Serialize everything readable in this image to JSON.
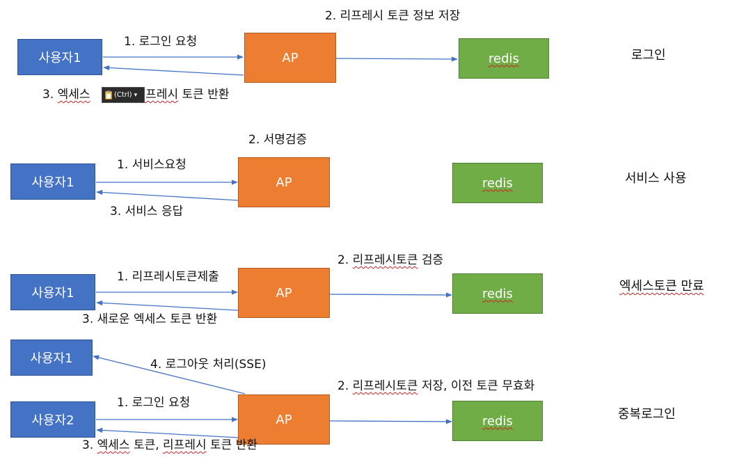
{
  "colors": {
    "user": "#4472c4",
    "ap": "#ed7d31",
    "redis": "#70ad47",
    "arrow": "#4472c4"
  },
  "scenarios": {
    "login": {
      "name": "로그인",
      "user": "사용자1",
      "ap": "AP",
      "redis": "redis",
      "step1": "1. 로그인 요청",
      "step2": "2. 리프레시 토큰 정보 저장",
      "step3a": "3. ",
      "step3b": "엑세스",
      "step3c": "리프레시",
      "step3d": " 토큰 반환"
    },
    "service": {
      "name": "서비스 사용",
      "user": "사용자1",
      "ap": "AP",
      "redis": "redis",
      "step1": "1. 서비스요청",
      "step2": "2. 서명검증",
      "step3": "3. 서비스 응답"
    },
    "expired": {
      "name": "엑세스토큰 만료",
      "user": "사용자1",
      "ap": "AP",
      "redis": "redis",
      "step1": "1. 리프레시토큰제출",
      "step2a": "2. ",
      "step2b": "리프레시토큰",
      "step2c": " 검증",
      "step3": "3. 새로운 엑세스 토큰 반환"
    },
    "duplicate": {
      "name": "중복로그인",
      "user1": "사용자1",
      "user2": "사용자2",
      "ap": "AP",
      "redis": "redis",
      "step1": "1. 로그인 요청",
      "step2a": "2. ",
      "step2b": "리프레시토큰",
      "step2c": " 저장, 이전 토큰 무효화",
      "step3a": "3. ",
      "step3b": "엑세스",
      "step3c": " 토큰, ",
      "step3d": "리프레시",
      "step3e": " 토큰 반환",
      "step4": "4. 로그아웃 처리(SSE)"
    }
  },
  "paste_chip": {
    "label": "(Ctrl)",
    "icon": "clipboard-icon",
    "arrow": "▾"
  }
}
